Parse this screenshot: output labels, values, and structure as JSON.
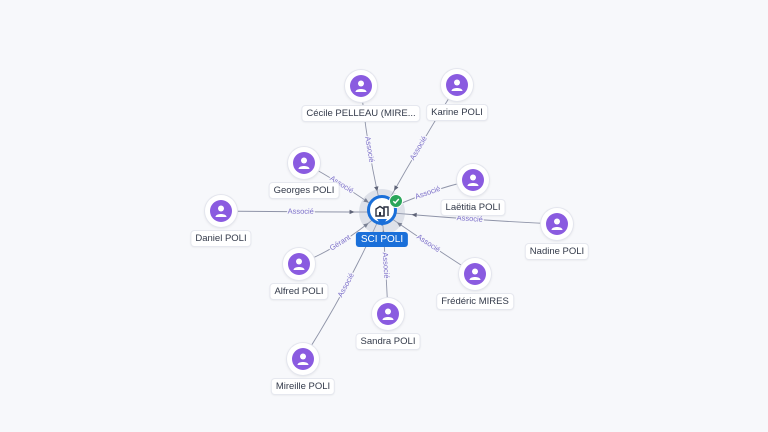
{
  "center": {
    "name": "SCI POLI",
    "icon": "building-icon",
    "badge_icon": "check-badge-icon",
    "color": "#1a6fd9",
    "badge_color": "#2aa55a"
  },
  "person_color": "#8a5be0",
  "person_icon": "person-icon",
  "edge_color": "#8f94a8",
  "edge_label_color": "#7c6fc9",
  "people": [
    {
      "id": "cecile",
      "name": "Cécile PELLEAU (MIRE...",
      "relation": "Associé"
    },
    {
      "id": "karine",
      "name": "Karine POLI",
      "relation": "Associé"
    },
    {
      "id": "georges",
      "name": "Georges POLI",
      "relation": "Associé"
    },
    {
      "id": "laetitia",
      "name": "Laëtitia POLI",
      "relation": "Associé"
    },
    {
      "id": "daniel",
      "name": "Daniel POLI",
      "relation": "Associé"
    },
    {
      "id": "nadine",
      "name": "Nadine POLI",
      "relation": "Associé"
    },
    {
      "id": "alfred",
      "name": "Alfred POLI",
      "relation": "Gérant"
    },
    {
      "id": "frederic",
      "name": "Frédéric MIRES",
      "relation": "Associé"
    },
    {
      "id": "sandra",
      "name": "Sandra POLI",
      "relation": "Associé"
    },
    {
      "id": "mireille",
      "name": "Mireille POLI",
      "relation": "Associé"
    }
  ]
}
